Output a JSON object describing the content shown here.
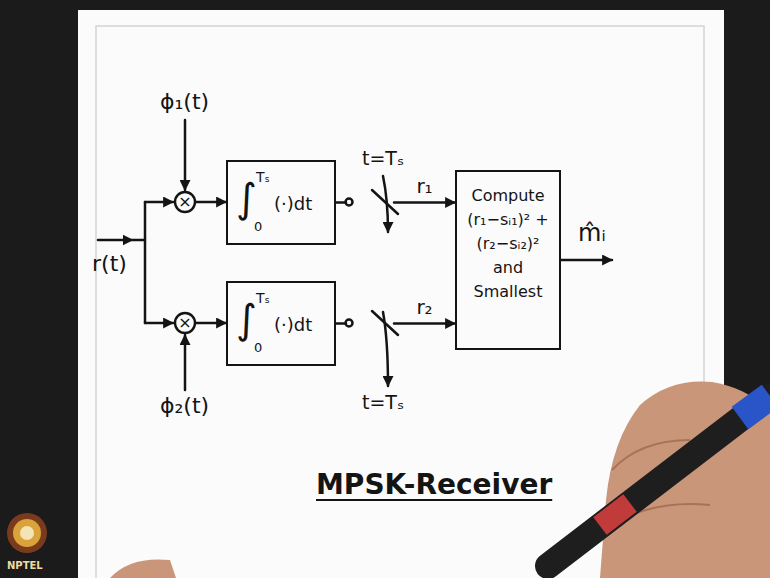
{
  "diagram": {
    "nodes": [
      {
        "text": [
          "×"
        ]
      },
      {
        "text": [
          "∫",
          "Tₛ",
          "0",
          "(·)dt"
        ]
      },
      {
        "text": [
          "×"
        ]
      },
      {
        "text": [
          "∫",
          "Tₛ",
          "0",
          "(·)dt"
        ]
      },
      {
        "text": [
          "Compute (r₁−sᵢ₁)² + (r₂−sᵢ₂)² and Smallest"
        ]
      }
    ],
    "edges": [
      {
        "from": 0,
        "to": 1,
        "arrow": "to"
      },
      {
        "from": 2,
        "to": 3,
        "arrow": "to"
      },
      {
        "from": 1,
        "to": 4,
        "arrow": "to",
        "label": "r₁"
      },
      {
        "from": 3,
        "to": 4,
        "arrow": "to",
        "label": "r₂"
      }
    ],
    "labels": [
      "ϕ₁(t)",
      "r(t)",
      "t=Tₛ",
      "ϕ₂(t)",
      "t=Tₛ",
      "m̂ᵢ",
      "MPSK-Receiver",
      "NPTEL"
    ]
  }
}
